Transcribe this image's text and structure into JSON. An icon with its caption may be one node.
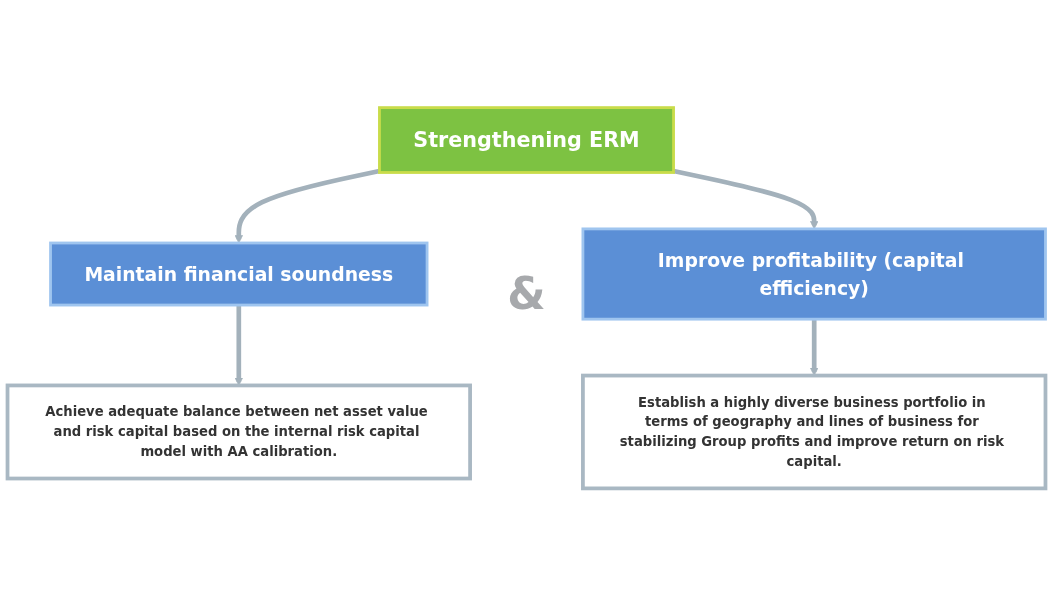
{
  "diagram": {
    "nodes": [
      {
        "text": [
          "Strengthening ERM"
        ]
      },
      {
        "text": [
          "Maintain financial soundness"
        ]
      },
      {
        "text": [
          "Improve profitability (capital efficiency)"
        ]
      },
      {
        "text": [
          "Achieve adequate balance between net asset value and risk capital based on the internal risk capital model with AA calibration."
        ]
      },
      {
        "text": [
          "Establish a highly diverse business portfolio in terms of geography and lines of business for stabilizing Group profits and improve return on risk capital."
        ]
      }
    ],
    "edges": [
      {
        "from": 0,
        "to": 1,
        "arrow": "to"
      },
      {
        "from": 0,
        "to": 2,
        "arrow": "to"
      },
      {
        "from": 1,
        "to": 3,
        "arrow": "to"
      },
      {
        "from": 2,
        "to": 4,
        "arrow": "to"
      }
    ],
    "labels": [
      "&"
    ]
  }
}
